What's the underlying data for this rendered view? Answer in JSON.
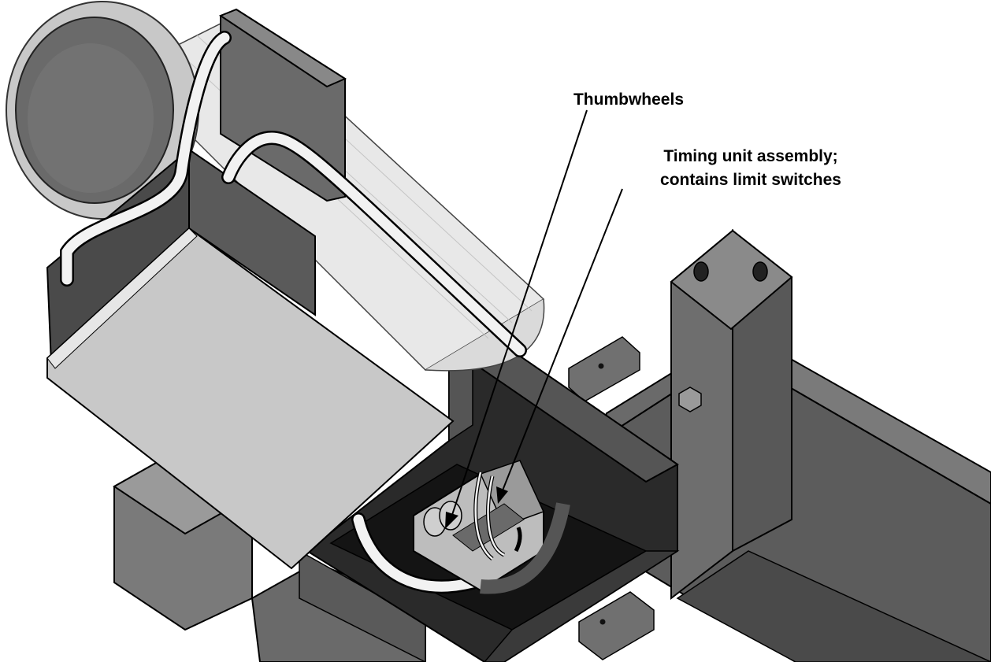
{
  "callouts": [
    {
      "id": "thumbwheels",
      "lines": [
        "Thumbwheels"
      ]
    },
    {
      "id": "timing-unit",
      "lines": [
        "Timing unit assembly;",
        "contains limit switches"
      ]
    }
  ],
  "colors": {
    "background": "#ffffff",
    "leader_line": "#000000",
    "housing_dark": "#1f1f1f",
    "housing_mid": "#5a5a5a",
    "housing_light": "#9a9a9a",
    "cover_light": "#c8c8c8",
    "cable": "#f2f2f2"
  }
}
